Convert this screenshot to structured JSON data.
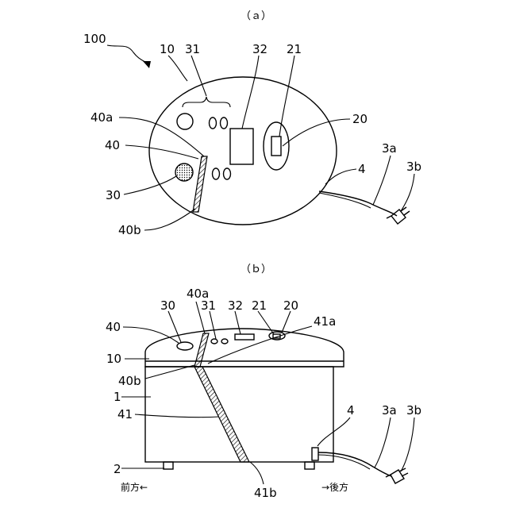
{
  "figure_a": {
    "caption": "（ａ）",
    "labels": {
      "device": "100",
      "top_part": "10",
      "indicators": "31",
      "display": "32",
      "power_switch": "21",
      "switch_area": "20",
      "partition_top": "40a",
      "partition": "40",
      "sensor": "30",
      "partition_bottom": "40b",
      "cord": "4",
      "cord_part": "3a",
      "plug": "3b"
    }
  },
  "figure_b": {
    "caption": "（ｂ）",
    "labels": {
      "partition": "40",
      "partition_top": "40a",
      "sensor": "30",
      "indicators": "31",
      "display": "32",
      "power_switch": "21",
      "switch_area": "20",
      "divider_top": "41a",
      "top_part": "10",
      "partition_bottom": "40b",
      "body": "1",
      "divider": "41",
      "cord": "4",
      "cord_part": "3a",
      "plug": "3b",
      "leg": "2",
      "divider_bottom": "41b",
      "front": "前方←",
      "rear": "→後方"
    }
  }
}
